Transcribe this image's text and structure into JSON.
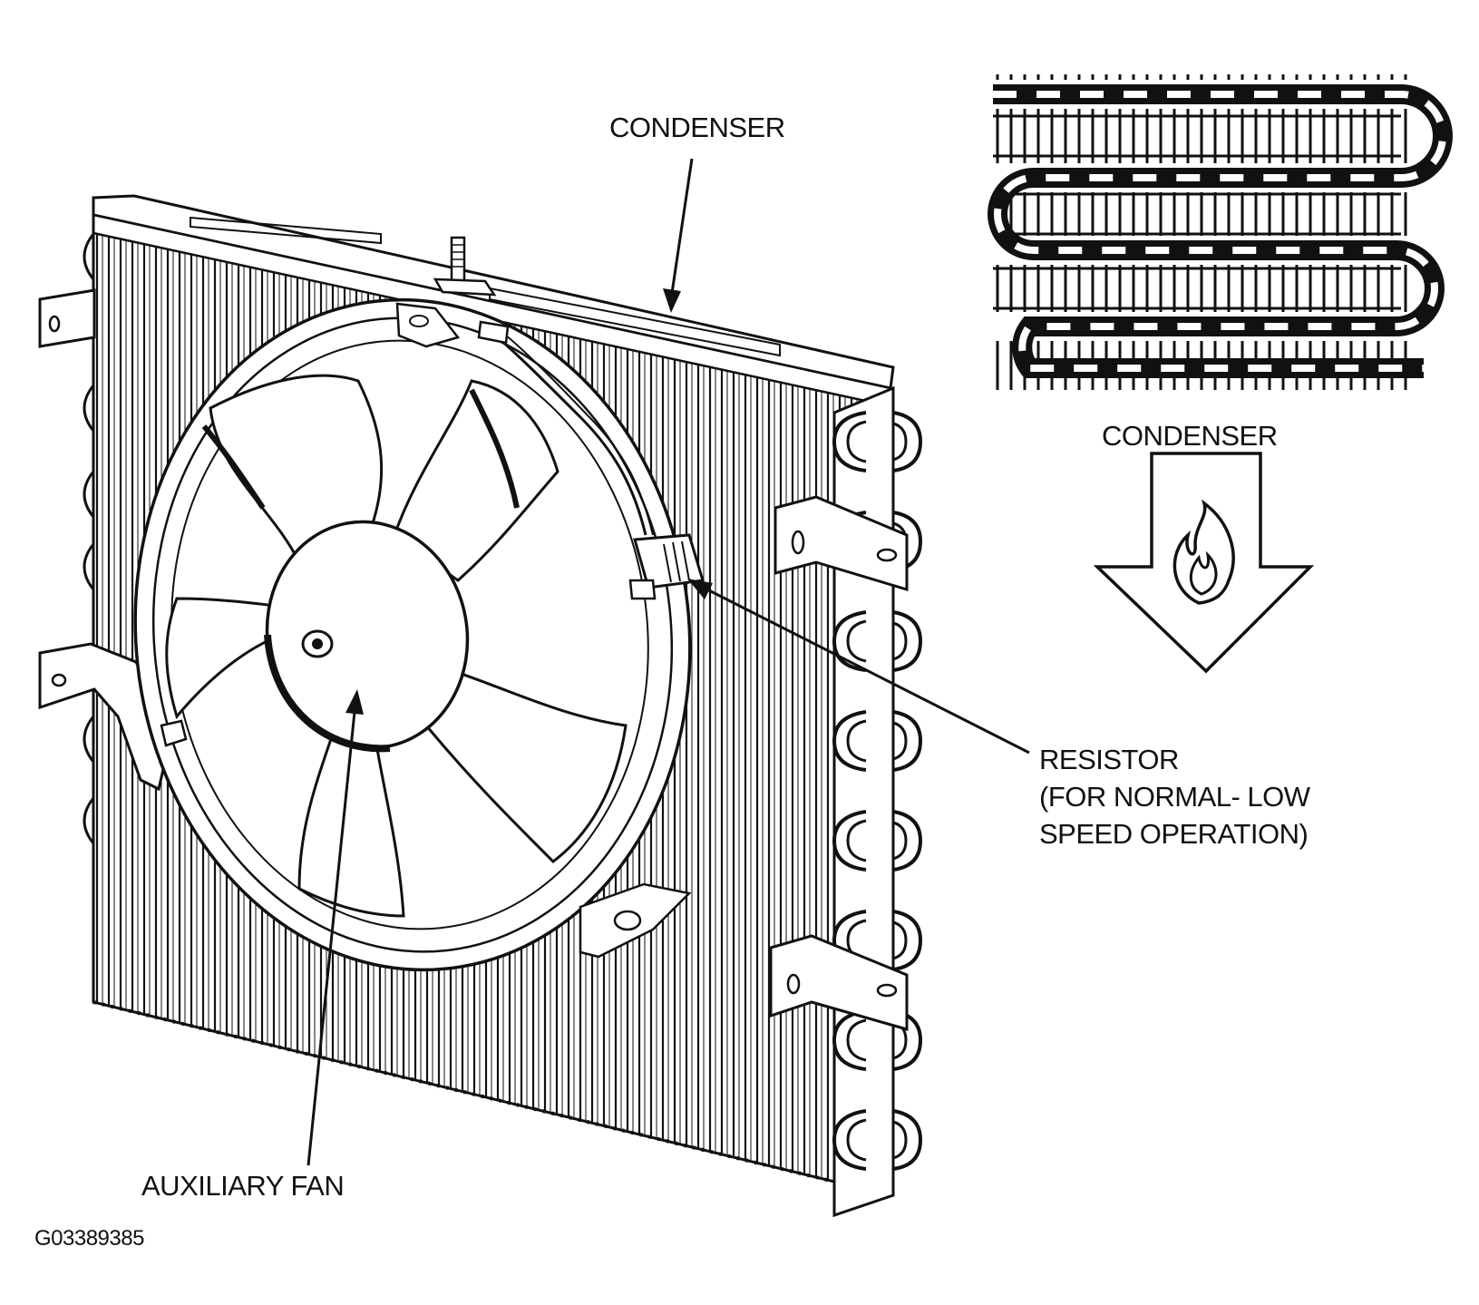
{
  "labels": {
    "condenser_top": "CONDENSER",
    "condenser_schematic": "CONDENSER",
    "resistor_line1": "RESISTOR",
    "resistor_line2": "(FOR NORMAL- LOW",
    "resistor_line3": "SPEED OPERATION)",
    "auxiliary_fan": "AUXILIARY FAN",
    "figure_id": "G03389385"
  },
  "colors": {
    "ink": "#111111",
    "paper": "#ffffff"
  }
}
